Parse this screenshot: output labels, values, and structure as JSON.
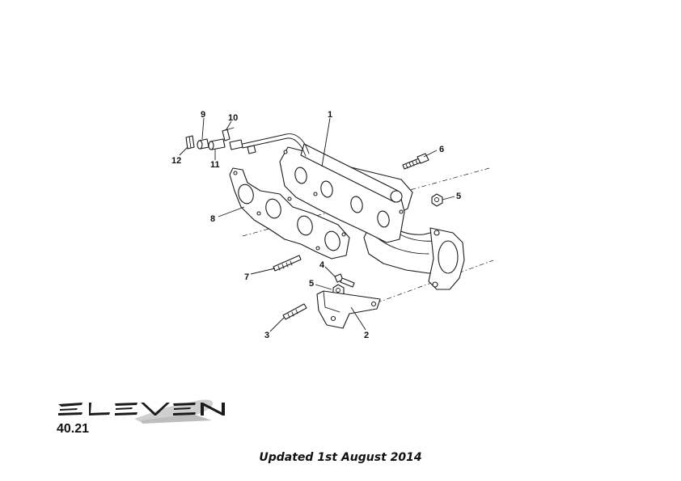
{
  "callouts": [
    "1",
    "2",
    "3",
    "4",
    "5",
    "5",
    "6",
    "7",
    "8",
    "9",
    "10",
    "11",
    "12"
  ],
  "logo": {
    "text": "ELEVEN"
  },
  "page_number": "40.21",
  "updated_text": "Updated 1st August 2014"
}
